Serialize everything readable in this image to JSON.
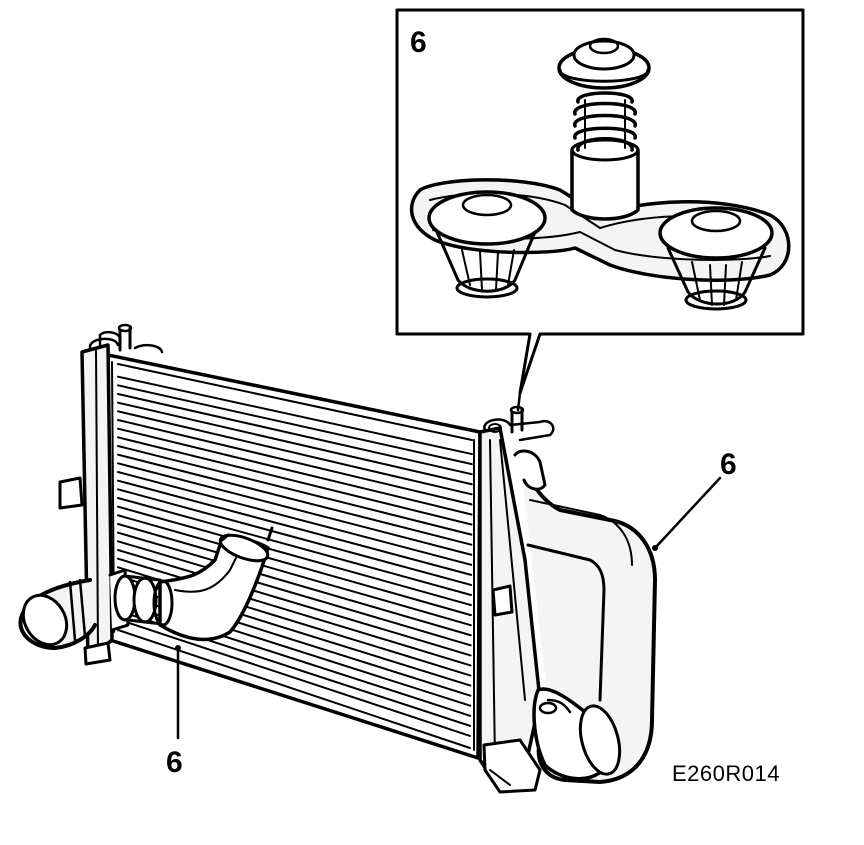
{
  "callouts": {
    "detail": "6",
    "right_hose": "6",
    "bottom_hose": "6"
  },
  "figure_code": "E260R014",
  "colors": {
    "ink": "#000000",
    "paper": "#ffffff",
    "fill": "#f2f2f2"
  }
}
